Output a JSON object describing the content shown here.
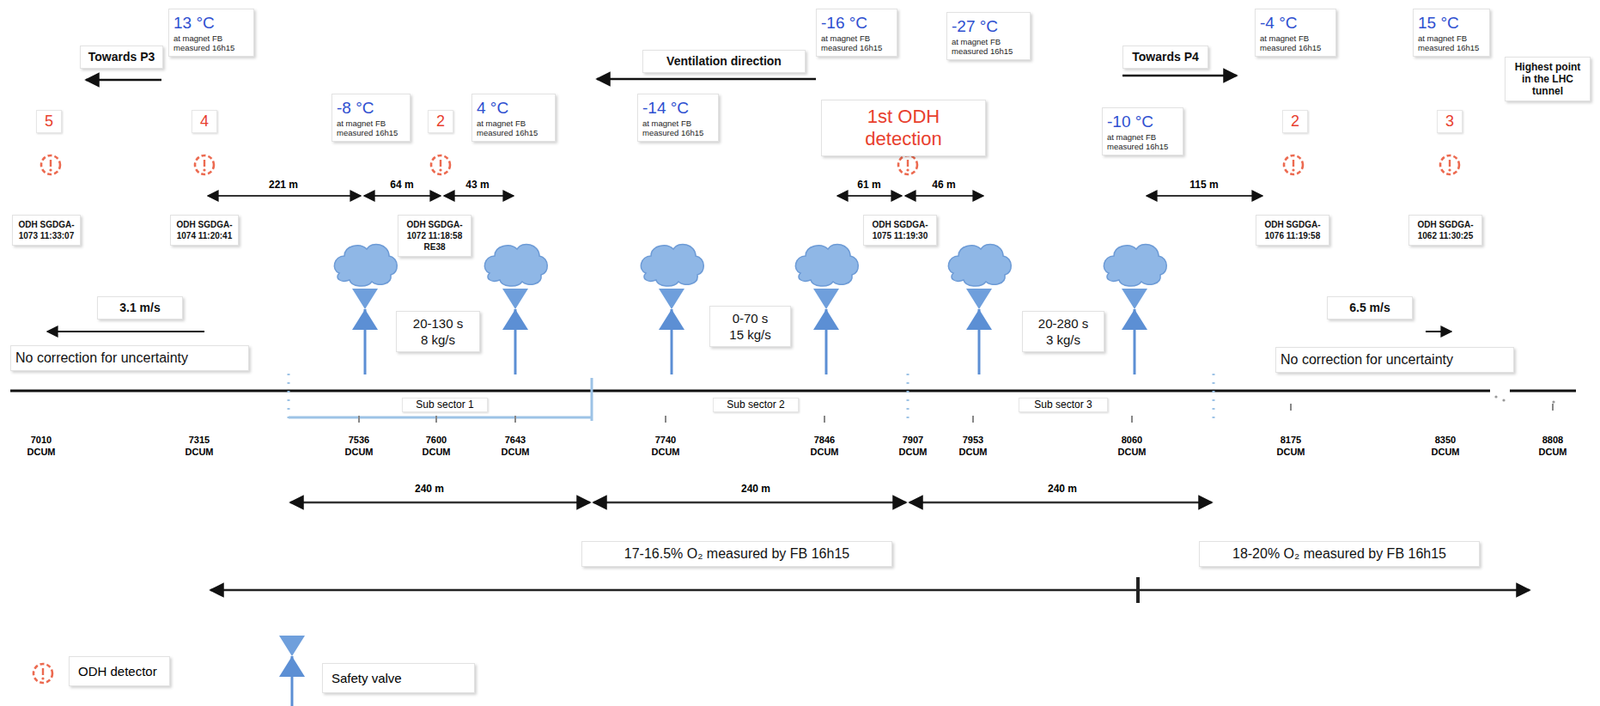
{
  "diagram": {
    "nodes": [
      {
        "text": [
          "Towards P3"
        ]
      },
      {
        "text": [
          "13 °C",
          "at magnet FB measured 16h15"
        ]
      },
      {
        "text": [
          "-8 °C",
          "at magnet FB measured 16h15"
        ]
      },
      {
        "text": [
          "4 °C",
          "at magnet FB measured 16h15"
        ]
      },
      {
        "text": [
          "Ventilation direction"
        ]
      },
      {
        "text": [
          "-14 °C",
          "at magnet FB measured 16h15"
        ]
      },
      {
        "text": [
          "-16 °C",
          "at magnet FB measured 16h15"
        ]
      },
      {
        "text": [
          "-27 °C",
          "at magnet FB measured 16h15"
        ]
      },
      {
        "text": [
          "1st ODH detection"
        ]
      },
      {
        "text": [
          "-10 °C",
          "at magnet FB measured 16h15"
        ]
      },
      {
        "text": [
          "Towards P4"
        ]
      },
      {
        "text": [
          "-4 °C",
          "at magnet FB measured 16h15"
        ]
      },
      {
        "text": [
          "15 °C",
          "at magnet FB measured 16h15"
        ]
      },
      {
        "text": [
          "Highest point in the LHC tunnel"
        ]
      },
      {
        "text": [
          "ODH SGDGA-1073 11:33:07"
        ]
      },
      {
        "text": [
          "ODH SGDGA-1074 11:20:41"
        ]
      },
      {
        "text": [
          "ODH SGDGA-1072 11:18:58 RE38"
        ]
      },
      {
        "text": [
          "ODH SGDGA-1075 11:19:30"
        ]
      },
      {
        "text": [
          "ODH SGDGA-1076 11:19:58"
        ]
      },
      {
        "text": [
          "ODH SGDGA-1062 11:30:25"
        ]
      },
      {
        "text": [
          "3.1 m/s"
        ]
      },
      {
        "text": [
          "20-130 s",
          "8 kg/s"
        ]
      },
      {
        "text": [
          "0-70 s",
          "15 kg/s"
        ]
      },
      {
        "text": [
          "20-280 s",
          "3 kg/s"
        ]
      },
      {
        "text": [
          "6.5 m/s"
        ]
      },
      {
        "text": [
          "No correction for  uncertainty"
        ]
      },
      {
        "text": [
          "No correction for  uncertainty"
        ]
      },
      {
        "text": [
          "17-16.5% O₂ measured  by FB 16h15"
        ]
      },
      {
        "text": [
          "18-20% O₂ measured  by FB 16h15"
        ]
      }
    ],
    "labels": [
      "5",
      "4",
      "2",
      "2",
      "3",
      "221 m",
      "64 m",
      "43 m",
      "61 m",
      "46 m",
      "115 m",
      "Sub sector 1",
      "Sub sector 2",
      "Sub sector 3",
      "7010 DCUM",
      "7315 DCUM",
      "7536 DCUM",
      "7600 DCUM",
      "7643 DCUM",
      "7740 DCUM",
      "7846 DCUM",
      "7907 DCUM",
      "7953 DCUM",
      "8060 DCUM",
      "8175 DCUM",
      "8350 DCUM",
      "8808 DCUM",
      "240 m",
      "240 m",
      "240 m"
    ],
    "legend": [
      {
        "text": "ODH detector"
      },
      {
        "text": "Safety valve"
      }
    ]
  }
}
